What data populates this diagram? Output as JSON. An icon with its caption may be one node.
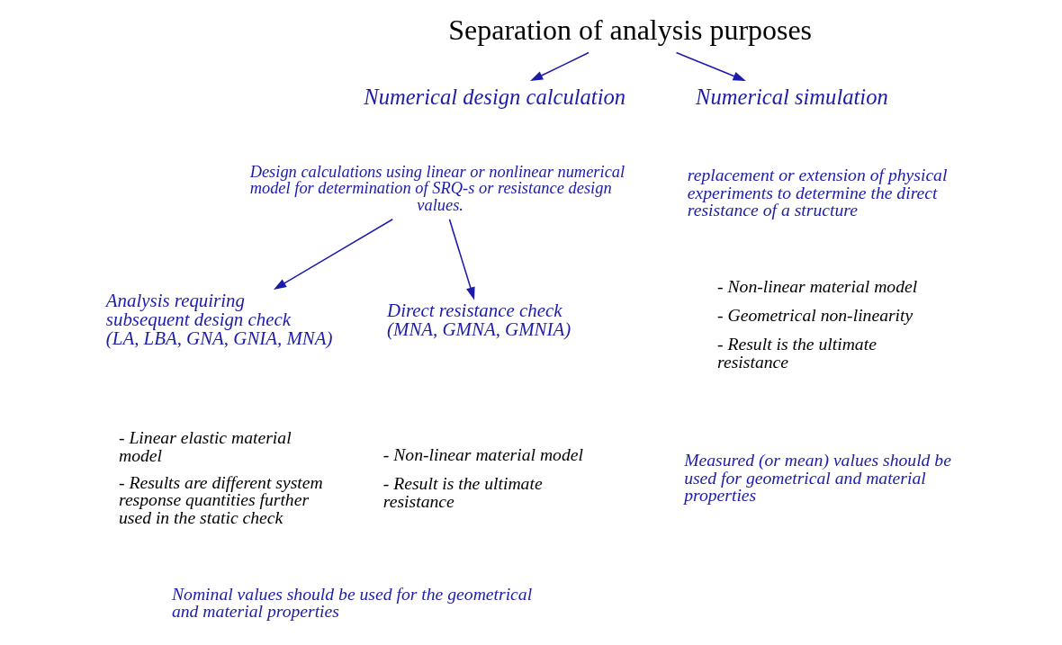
{
  "diagram": {
    "nodes": [
      {
        "text": [
          "Separation of analysis purposes"
        ]
      },
      {
        "text": [
          "Numerical design calculation"
        ]
      },
      {
        "text": [
          "Design calculations using linear or nonlinear numerical model for determination of SRQ-s or resistance design values."
        ]
      },
      {
        "text": [
          "Analysis requiring subsequent design check (LA, LBA, GNA, GNIA, MNA)"
        ]
      },
      {
        "text": [
          "Direct resistance check (MNA, GMNA, GMNIA)"
        ]
      },
      {
        "text": [
          "Numerical simulation"
        ]
      }
    ],
    "edges": [
      {
        "from": 0,
        "to": 1,
        "arrow": "to"
      },
      {
        "from": 0,
        "to": 5,
        "arrow": "to"
      },
      {
        "from": 2,
        "to": 3,
        "arrow": "to"
      },
      {
        "from": 2,
        "to": 4,
        "arrow": "to"
      }
    ],
    "labels": [
      "replacement or extension of physical experiments to determine the direct resistance of a structure",
      "- Linear elastic material model",
      "- Results are different system response quantities further used in the static check",
      "- Non-linear material model",
      "- Result is the ultimate resistance",
      "- Non-linear material model",
      "- Geometrical non-linearity",
      "- Result is the ultimate resistance",
      "Nominal values should be used for the geometrical and material properties",
      "Measured (or mean) values should be used for geometrical and material properties"
    ]
  }
}
